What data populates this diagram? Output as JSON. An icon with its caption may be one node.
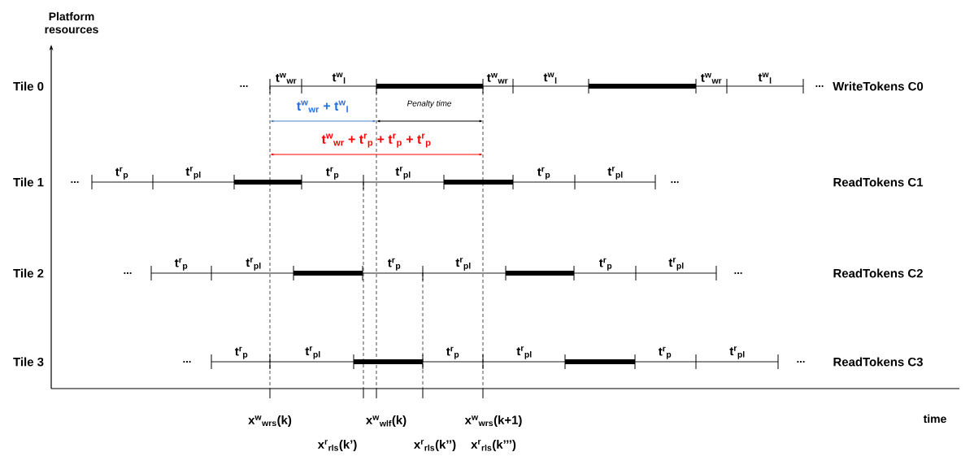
{
  "diagram": {
    "labels": [
      "Platform resources",
      "Tile 0",
      "...",
      "t$^{w}$$_{wr}$",
      "t$^{w}$$_{l}$",
      "t$^{w}$$_{wr}$",
      "t$^{w}$$_{l}$",
      "t$^{w}$$_{wr}$",
      "t$^{w}$$_{l}$",
      "...",
      "WriteTokens C0",
      "t$^{w}$$_{wr}$ + t$^{w}$$_{l}$",
      "Penalty time",
      "t$^{w}$$_{wr}$ + t$^{r}$$_{p}$ + t$^{r}$$_{p}$ + t$^{r}$$_{p}$",
      "Tile 1",
      "...",
      "t$^{r}$$_{p}$",
      "t$^{r}$$_{pl}$",
      "t$^{r}$$_{p}$",
      "t$^{r}$$_{pl}$",
      "t$^{r}$$_{p}$",
      "t$^{r}$$_{pl}$",
      "...",
      "ReadTokens C1",
      "Tile 2",
      "...",
      "t$^{r}$$_{p}$",
      "t$^{r}$$_{pl}$",
      "t$^{r}$$_{p}$",
      "t$^{r}$$_{pl}$",
      "t$^{r}$$_{p}$",
      "t$^{r}$$_{pl}$",
      "...",
      "ReadTokens C2",
      "Tile 3",
      "...",
      "t$^{r}$$_{p}$",
      "t$^{r}$$_{pl}$",
      "t$^{r}$$_{p}$",
      "t$^{r}$$_{pl}$",
      "t$^{r}$$_{p}$",
      "t$^{r}$$_{pl}$",
      "...",
      "ReadTokens C3",
      "x$^{w}$$_{wrs}$(k)",
      "x$^{w}$$_{wlf}$(k)",
      "x$^{w}$$_{wrs}$(k+1)",
      "time",
      "x$^{r}$$_{rls}$(k’)",
      "x$^{r}$$_{rls}$(k’’)",
      "x$^{r}$$_{rls}$(k’’’)"
    ]
  }
}
